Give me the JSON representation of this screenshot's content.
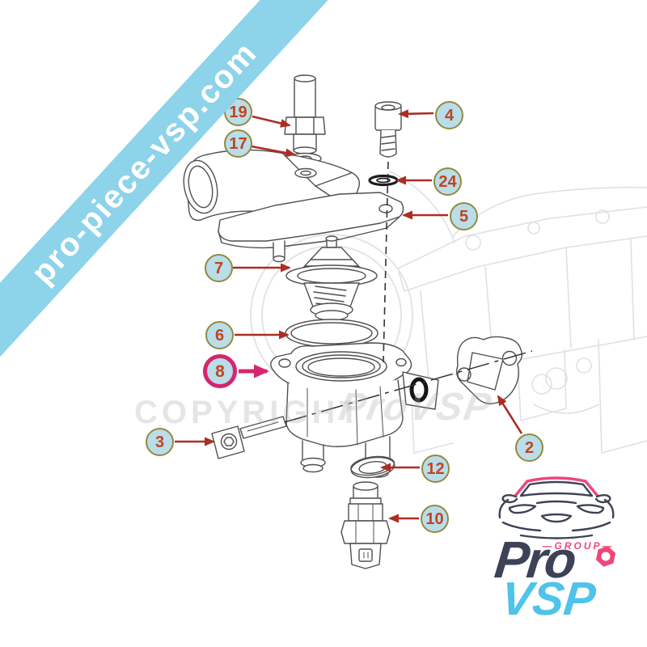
{
  "banner": {
    "text": "pro-piece-vsp.com"
  },
  "watermark": {
    "copyright": "COPYRIGHT",
    "brand": "ProVSP"
  },
  "callouts": [
    {
      "num": "19",
      "highlight": false
    },
    {
      "num": "17",
      "highlight": false
    },
    {
      "num": "4",
      "highlight": false
    },
    {
      "num": "24",
      "highlight": false
    },
    {
      "num": "5",
      "highlight": false
    },
    {
      "num": "7",
      "highlight": false
    },
    {
      "num": "6",
      "highlight": false
    },
    {
      "num": "8",
      "highlight": true
    },
    {
      "num": "3",
      "highlight": false
    },
    {
      "num": "2",
      "highlight": false
    },
    {
      "num": "12",
      "highlight": false
    },
    {
      "num": "10",
      "highlight": false
    }
  ],
  "logo": {
    "group": "—GROUP—",
    "line1": "Pro",
    "line2": "VSP"
  },
  "colors": {
    "banner_blue": "#8dd3ea",
    "callout_fill": "#b9dde9",
    "callout_border": "#94893f",
    "callout_number": "#c2441d",
    "arrow_red": "#ab2e23",
    "highlight_pink": "#d6256f",
    "logo_navy": "#3e4257",
    "logo_blue": "#4fc3e9",
    "logo_pink": "#ec4879",
    "line_art": "#4f4f4f"
  }
}
